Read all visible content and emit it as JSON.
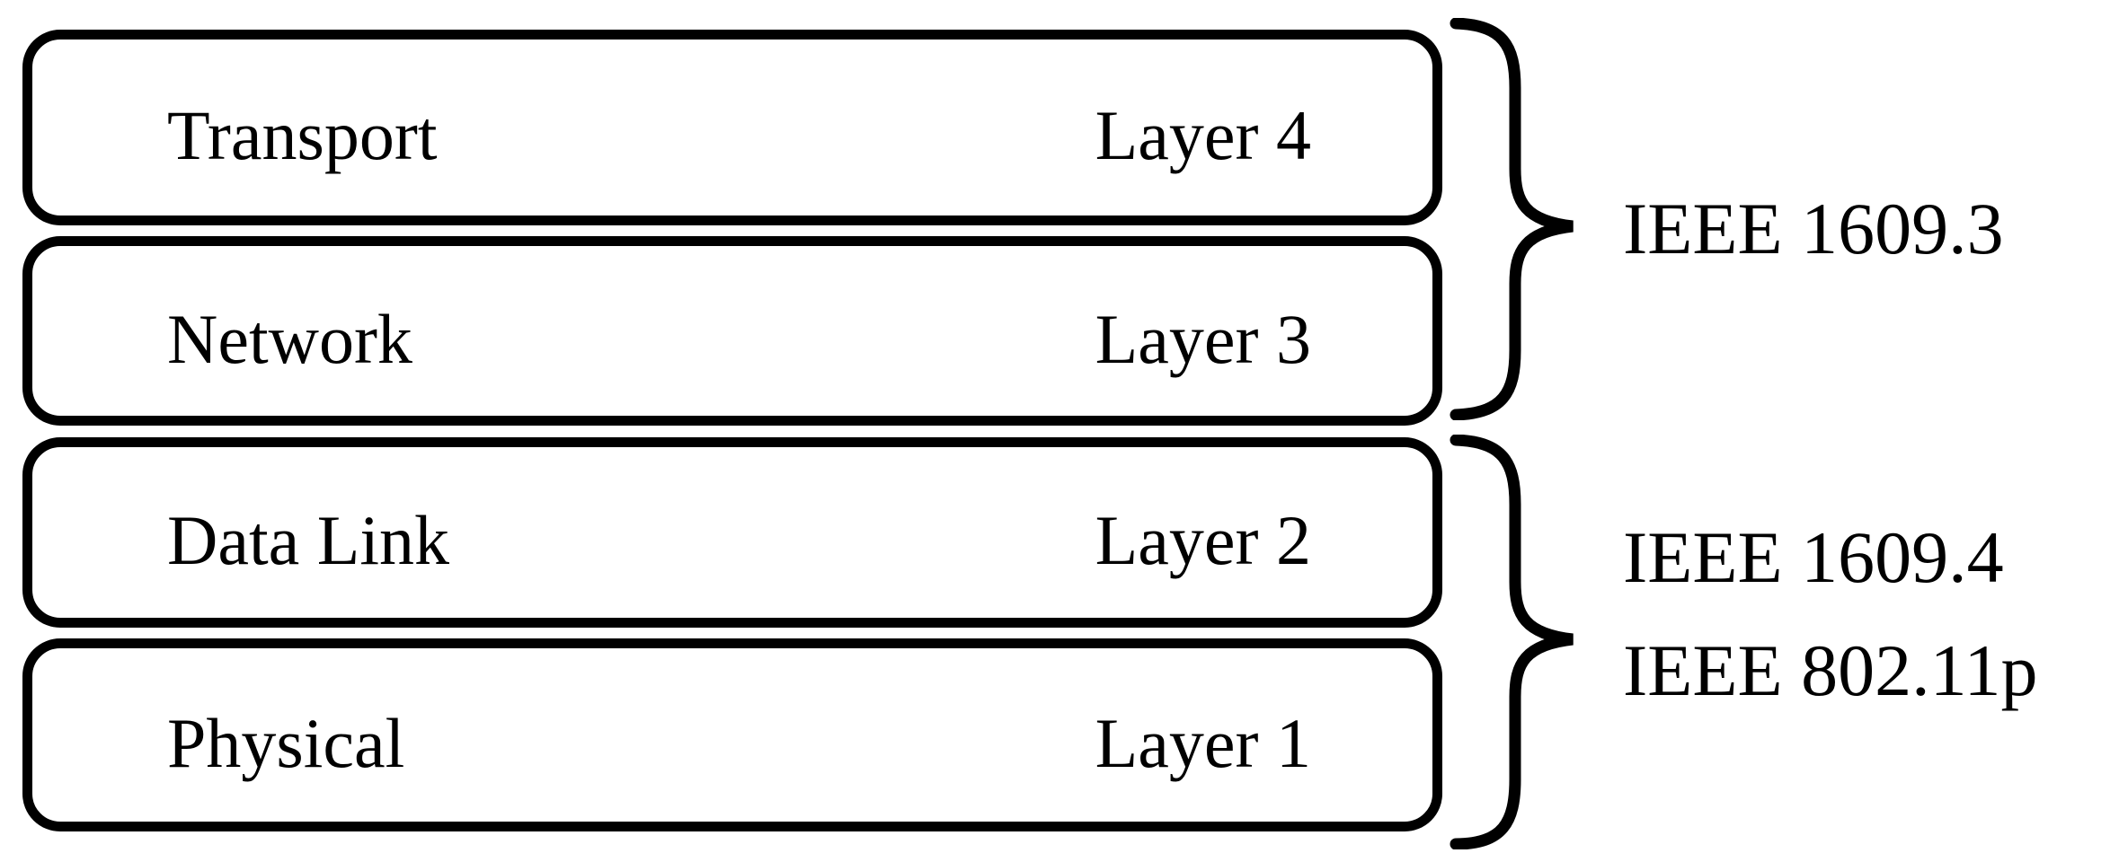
{
  "layers": [
    {
      "name": "Transport",
      "layer": "Layer 4"
    },
    {
      "name": "Network",
      "layer": "Layer 3"
    },
    {
      "name": "Data Link",
      "layer": "Layer 2"
    },
    {
      "name": "Physical",
      "layer": "Layer 1"
    }
  ],
  "groups": [
    {
      "lines": [
        "IEEE 1609.3"
      ]
    },
    {
      "lines": [
        "IEEE 1609.4",
        "IEEE 802.11p"
      ]
    }
  ],
  "colors": {
    "stroke": "#000000",
    "background": "#ffffff"
  }
}
